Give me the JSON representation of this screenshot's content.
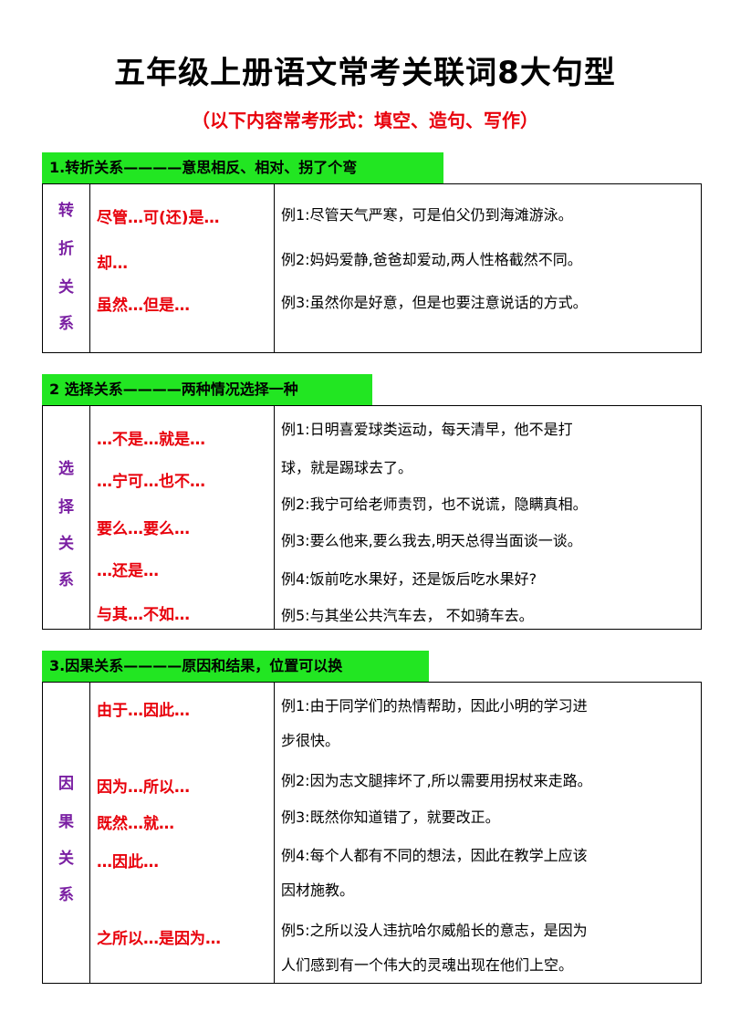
{
  "title": "五年级上册语文常考关联词8大句型",
  "subtitle": "（以下内容常考形式：填空、造句、写作）",
  "colors": {
    "header_bg": "#22e622",
    "conj": "#e8000b",
    "vertical": "#7a1fa2"
  },
  "sections": [
    {
      "heading": "1.转折关系————意思相反、相对、拐了个弯",
      "vertical": [
        "转",
        "折",
        "关",
        "系"
      ],
      "conjunctions": [
        "尽管…可(还)是…",
        "却…",
        "虽然…但是…"
      ],
      "examples": [
        "例1:尽管天气严寒，可是伯父仍到海滩游泳。",
        "例2:妈妈爱静,爸爸却爱动,两人性格截然不同。",
        "例3:虽然你是好意，但是也要注意说话的方式。"
      ]
    },
    {
      "heading": "2 选择关系————两种情况选择一种",
      "vertical": [
        "选",
        "择",
        "关",
        "系"
      ],
      "conjunctions": [
        "…不是…就是…",
        "…宁可…也不…",
        "要么…要么…",
        "…还是…",
        "与其…不如…"
      ],
      "examples": [
        "例1:日明喜爱球类运动，每天清早，他不是打",
        "球，就是踢球去了。",
        "例2:我宁可给老师责罚，也不说谎，隐瞒真相。",
        "例3:要么他来,要么我去,明天总得当面谈一谈。",
        "例4:饭前吃水果好，还是饭后吃水果好?",
        "例5:与其坐公共汽车去，  不如骑车去。"
      ]
    },
    {
      "heading": "3.因果关系————原因和结果，位置可以换",
      "vertical": [
        "因",
        "果",
        "关",
        "系"
      ],
      "conjunctions": [
        "由于…因此…",
        "因为…所以…",
        "既然…就…",
        "…因此…",
        "之所以…是因为…"
      ],
      "examples": [
        "例1:由于同学们的热情帮助，因此小明的学习进",
        "步很快。",
        "例2:因为志文腿摔坏了,所以需要用拐杖来走路。",
        "例3:既然你知道错了，就要改正。",
        "例4:每个人都有不同的想法，因此在教学上应该",
        "因材施教。",
        "例5:之所以没人违抗哈尔威船长的意志，是因为",
        "人们感到有一个伟大的灵魂出现在他们上空。"
      ]
    }
  ]
}
